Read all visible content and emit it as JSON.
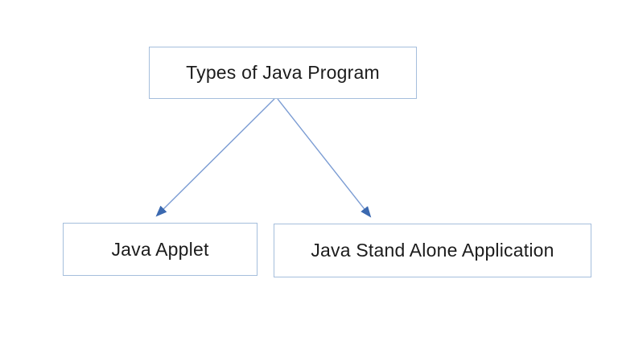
{
  "diagram": {
    "title": "Types of Java Program diagram",
    "root": {
      "label": "Types of Java Program"
    },
    "children": [
      {
        "label": "Java Applet"
      },
      {
        "label": "Java Stand Alone Application"
      }
    ],
    "connections": [
      {
        "from": "Types of Java Program",
        "to": "Java Applet",
        "style": "arrow"
      },
      {
        "from": "Types of Java Program",
        "to": "Java Stand Alone Application",
        "style": "arrow"
      }
    ],
    "colors": {
      "box_border": "#a5bedc",
      "box_fill": "#ffffff",
      "arrow_line": "#7b9cd3",
      "arrow_head": "#3b69b0",
      "text": "#1c1c1c",
      "background": "#ffffff"
    }
  }
}
